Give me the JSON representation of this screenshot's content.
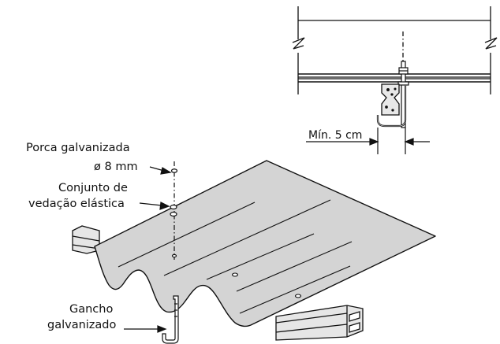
{
  "labels": {
    "porca_line1": "Porca galvanizada",
    "porca_line2": "ø 8 mm",
    "conjunto_line1": "Conjunto de",
    "conjunto_line2": "vedação elástica",
    "gancho_line1": "Gancho",
    "gancho_line2": "galvanizado",
    "min_distance": "Mín. 5 cm"
  },
  "colors": {
    "sheet_fill": "#d4d4d4",
    "beam_fill": "#e6e6e6",
    "line": "#111111",
    "background": "#ffffff"
  }
}
